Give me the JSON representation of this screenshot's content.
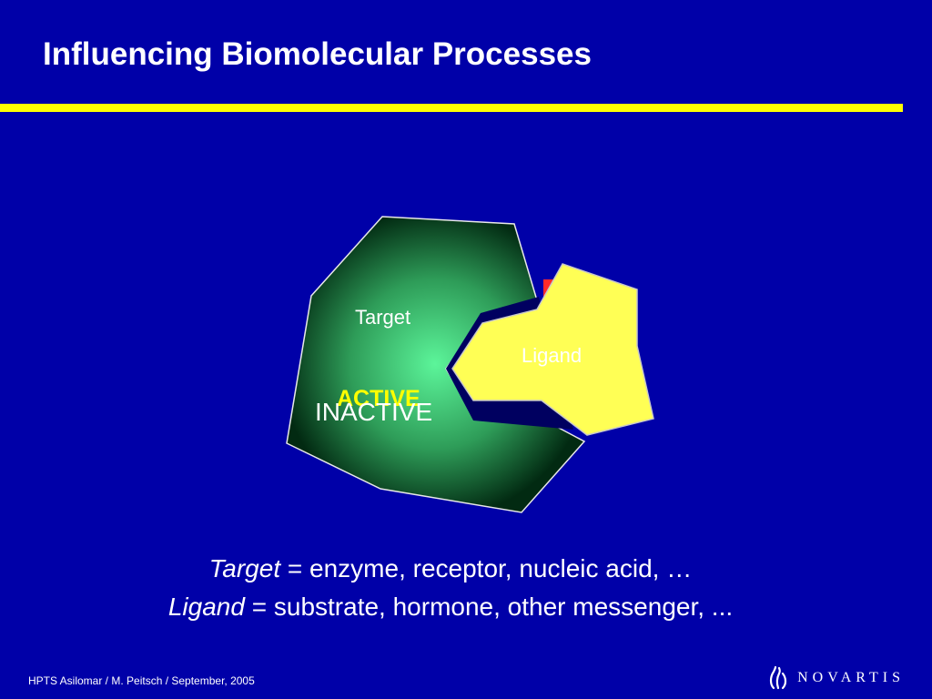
{
  "slide": {
    "title": "Influencing Biomolecular Processes"
  },
  "diagram": {
    "target_label": "Target",
    "ligand_label": "Ligand",
    "active_label": "ACTIVE",
    "inactive_label": "INACTIVE"
  },
  "definitions": [
    {
      "term": "Target",
      "sep": "=",
      "text": "enzyme, receptor, nucleic acid, …"
    },
    {
      "term": "Ligand",
      "sep": "=",
      "text": "substrate, hormone, other messenger, ..."
    }
  ],
  "footer": {
    "citation": "HPTS Asilomar / M. Peitsch / September, 2005"
  },
  "brand": {
    "name": "NOVARTIS",
    "icon": "novartis-flame-icon"
  },
  "colors": {
    "background": "#0000a8",
    "title_rule": "#ffff00",
    "target_center": "#5cf59a",
    "target_edge": "#022a12",
    "ligand": "#ffff55",
    "active_text": "#ffff00",
    "red_accent": "#ff2a2a"
  }
}
